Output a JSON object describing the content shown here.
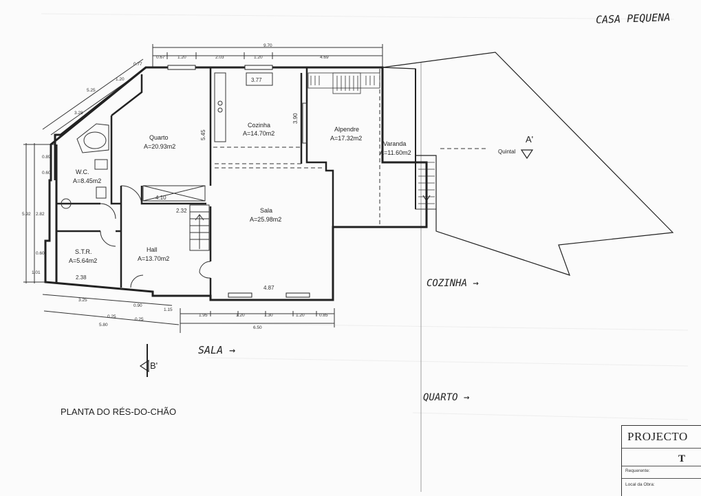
{
  "page": {
    "handwritten_title": "CASA PEQUENA",
    "plan_title": "PLANTA DO RÉS-DO-CHÃO",
    "notes": {
      "cozinha": "COZINHA →",
      "sala": "SALA →",
      "quarto": "QUARTO →"
    }
  },
  "rooms": {
    "quarto": {
      "name": "Quarto",
      "area": "A=20.93m2"
    },
    "cozinha": {
      "name": "Cozinha",
      "area": "A=14.70m2"
    },
    "alpendre": {
      "name": "Alpendre",
      "area": "A=17.32m2"
    },
    "varanda": {
      "name": "Varanda",
      "area": "A=11.60m2"
    },
    "wc": {
      "name": "W.C.",
      "area": "A=8.45m2"
    },
    "sala": {
      "name": "Sala",
      "area": "A=25.98m2"
    },
    "str": {
      "name": "S.T.R.",
      "area": "A=5.64m2"
    },
    "hall": {
      "name": "Hall",
      "area": "A=13.70m2"
    },
    "quintal": {
      "name": "Quintal"
    }
  },
  "section_marks": {
    "a": "A'",
    "b": "B'"
  },
  "dimensions": {
    "top_total": "9.70",
    "top": [
      "0.67",
      "1.20",
      "2.03",
      "1.20",
      "4.69"
    ],
    "diag": [
      "0.77",
      "1.20",
      "5.25",
      "3.28"
    ],
    "left": [
      "0.89",
      "0.60",
      "5.92",
      "2.82",
      "0.60",
      "1.01"
    ],
    "inner": [
      "3.77",
      "3.90",
      "5.45",
      "4.10",
      "2.32",
      "2.38",
      "4.87"
    ],
    "bottom_left": [
      "3.25",
      "0.90",
      "1.15",
      "0.25",
      "0.25",
      "5.80"
    ],
    "bottom_right": [
      "1.95",
      "1.20",
      "1.30",
      "1.20",
      "0.85"
    ],
    "bottom_total": "6.50"
  },
  "title_block": {
    "project": "PROJECTO",
    "t": "T",
    "requerente": "Requerente:",
    "local": "Local da Obra:"
  }
}
